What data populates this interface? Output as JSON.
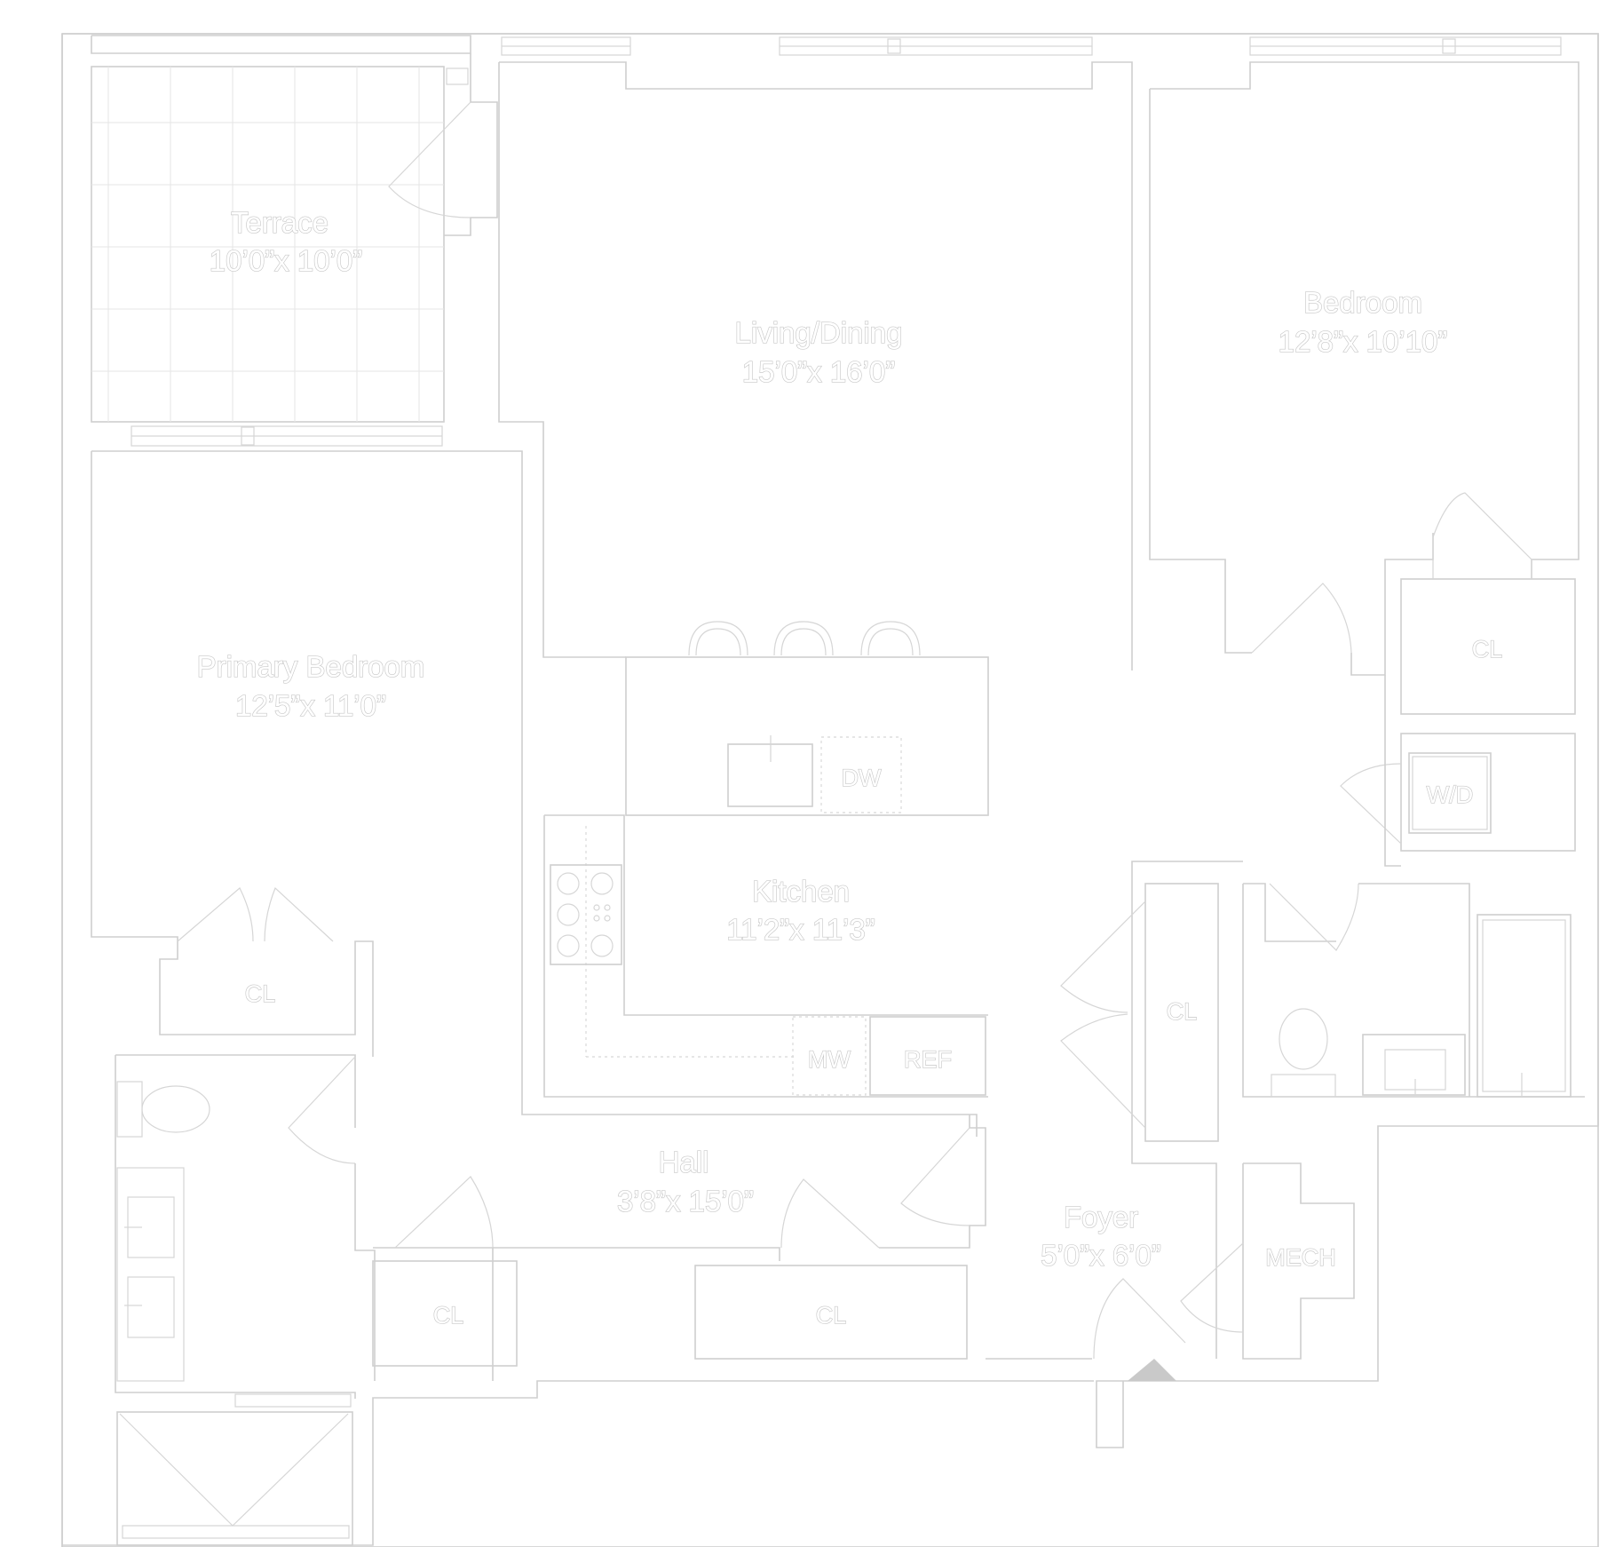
{
  "rooms": {
    "terrace": {
      "name": "Terrace",
      "dim": "10’0”x 10’0”"
    },
    "living": {
      "name": "Living/Dining",
      "dim": "15’0”x 16’0”"
    },
    "bedroom": {
      "name": "Bedroom",
      "dim": "12’8”x 10’10”"
    },
    "primary": {
      "name": "Primary Bedroom",
      "dim": "12’5”x 11’0”"
    },
    "kitchen": {
      "name": "Kitchen",
      "dim": "11’2”x 11’3”"
    },
    "hall": {
      "name": "Hall",
      "dim": "3’8”x 15’0”"
    },
    "foyer": {
      "name": "Foyer",
      "dim": "5’0”x 6’0”"
    }
  },
  "labels": {
    "dw": "DW",
    "mw": "MW",
    "ref": "REF",
    "wd": "W/D",
    "mech": "MECH",
    "cl": "CL"
  }
}
